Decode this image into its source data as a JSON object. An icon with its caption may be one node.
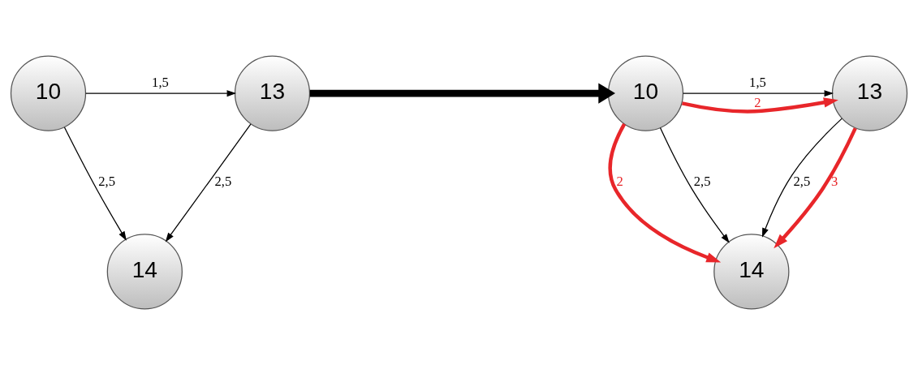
{
  "diagram": {
    "nodes": [
      {
        "text": [
          "10"
        ]
      },
      {
        "text": [
          "13"
        ]
      },
      {
        "text": [
          "14"
        ]
      },
      {
        "text": [
          "10"
        ]
      },
      {
        "text": [
          "13"
        ]
      },
      {
        "text": [
          "14"
        ]
      }
    ],
    "edges": [
      {
        "from": 0,
        "to": 1,
        "arrow": "to",
        "label": "1,5"
      },
      {
        "from": 0,
        "to": 2,
        "arrow": "to",
        "label": "2,5"
      },
      {
        "from": 1,
        "to": 2,
        "arrow": "to",
        "label": "2,5"
      },
      {
        "from": 1,
        "to": 3,
        "arrow": "to",
        "style": "thick"
      },
      {
        "from": 3,
        "to": 4,
        "arrow": "to",
        "label": "2",
        "style": "thick",
        "color": "#e8262a"
      },
      {
        "from": 3,
        "to": 4,
        "arrow": "to",
        "label": "1,5"
      },
      {
        "from": 3,
        "to": 5,
        "arrow": "to",
        "label": "2",
        "style": "thick",
        "color": "#e8262a"
      },
      {
        "from": 3,
        "to": 5,
        "arrow": "to",
        "label": "2,5"
      },
      {
        "from": 4,
        "to": 5,
        "arrow": "to",
        "label": "2,5"
      },
      {
        "from": 4,
        "to": 5,
        "arrow": "to",
        "label": "3",
        "style": "thick",
        "color": "#e8262a"
      }
    ]
  }
}
